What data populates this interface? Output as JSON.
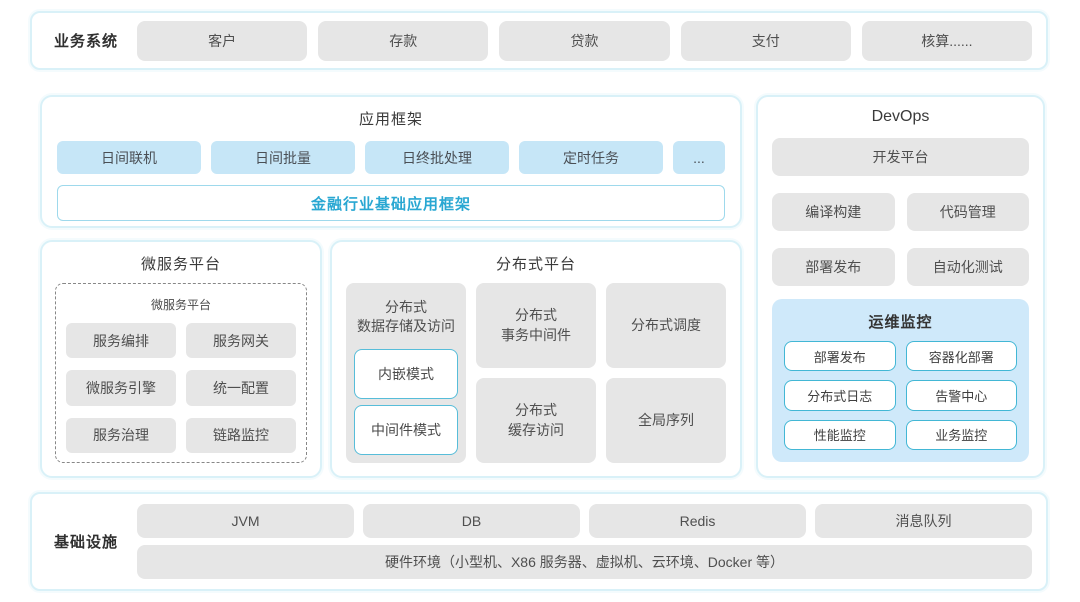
{
  "colors": {
    "container_border": "#d9f1f8",
    "block_gray": "#e6e6e6",
    "block_blue": "#c6e6f7",
    "accent_teal": "#29a7d2",
    "monitor_bg": "#cfe9fa",
    "teal_border": "#42b7d5",
    "text": "#4a4a4a"
  },
  "business": {
    "label": "业务系统",
    "items": [
      "客户",
      "存款",
      "贷款",
      "支付",
      "核算......"
    ]
  },
  "app_framework": {
    "title": "应用框架",
    "items": [
      "日间联机",
      "日间批量",
      "日终批处理",
      "定时任务",
      "..."
    ],
    "base": "金融行业基础应用框架"
  },
  "microservice": {
    "title": "微服务平台",
    "inner_title": "微服务平台",
    "items": [
      "服务编排",
      "服务网关",
      "微服务引擎",
      "统一配置",
      "服务治理",
      "链路监控"
    ]
  },
  "distributed": {
    "title": "分布式平台",
    "storage": {
      "label": "分布式\n数据存储及访问",
      "modes": [
        "内嵌模式",
        "中间件模式"
      ]
    },
    "cells": [
      "分布式\n事务中间件",
      "分布式调度",
      "分布式\n缓存访问",
      "全局序列"
    ]
  },
  "devops": {
    "title": "DevOps",
    "platform": "开发平台",
    "items": [
      "编译构建",
      "代码管理",
      "部署发布",
      "自动化测试"
    ],
    "monitor": {
      "title": "运维监控",
      "items": [
        "部署发布",
        "容器化部署",
        "分布式日志",
        "告警中心",
        "性能监控",
        "业务监控"
      ]
    }
  },
  "infrastructure": {
    "label": "基础设施",
    "items": [
      "JVM",
      "DB",
      "Redis",
      "消息队列"
    ],
    "hardware": "硬件环境（小型机、X86 服务器、虚拟机、云环境、Docker 等）"
  }
}
